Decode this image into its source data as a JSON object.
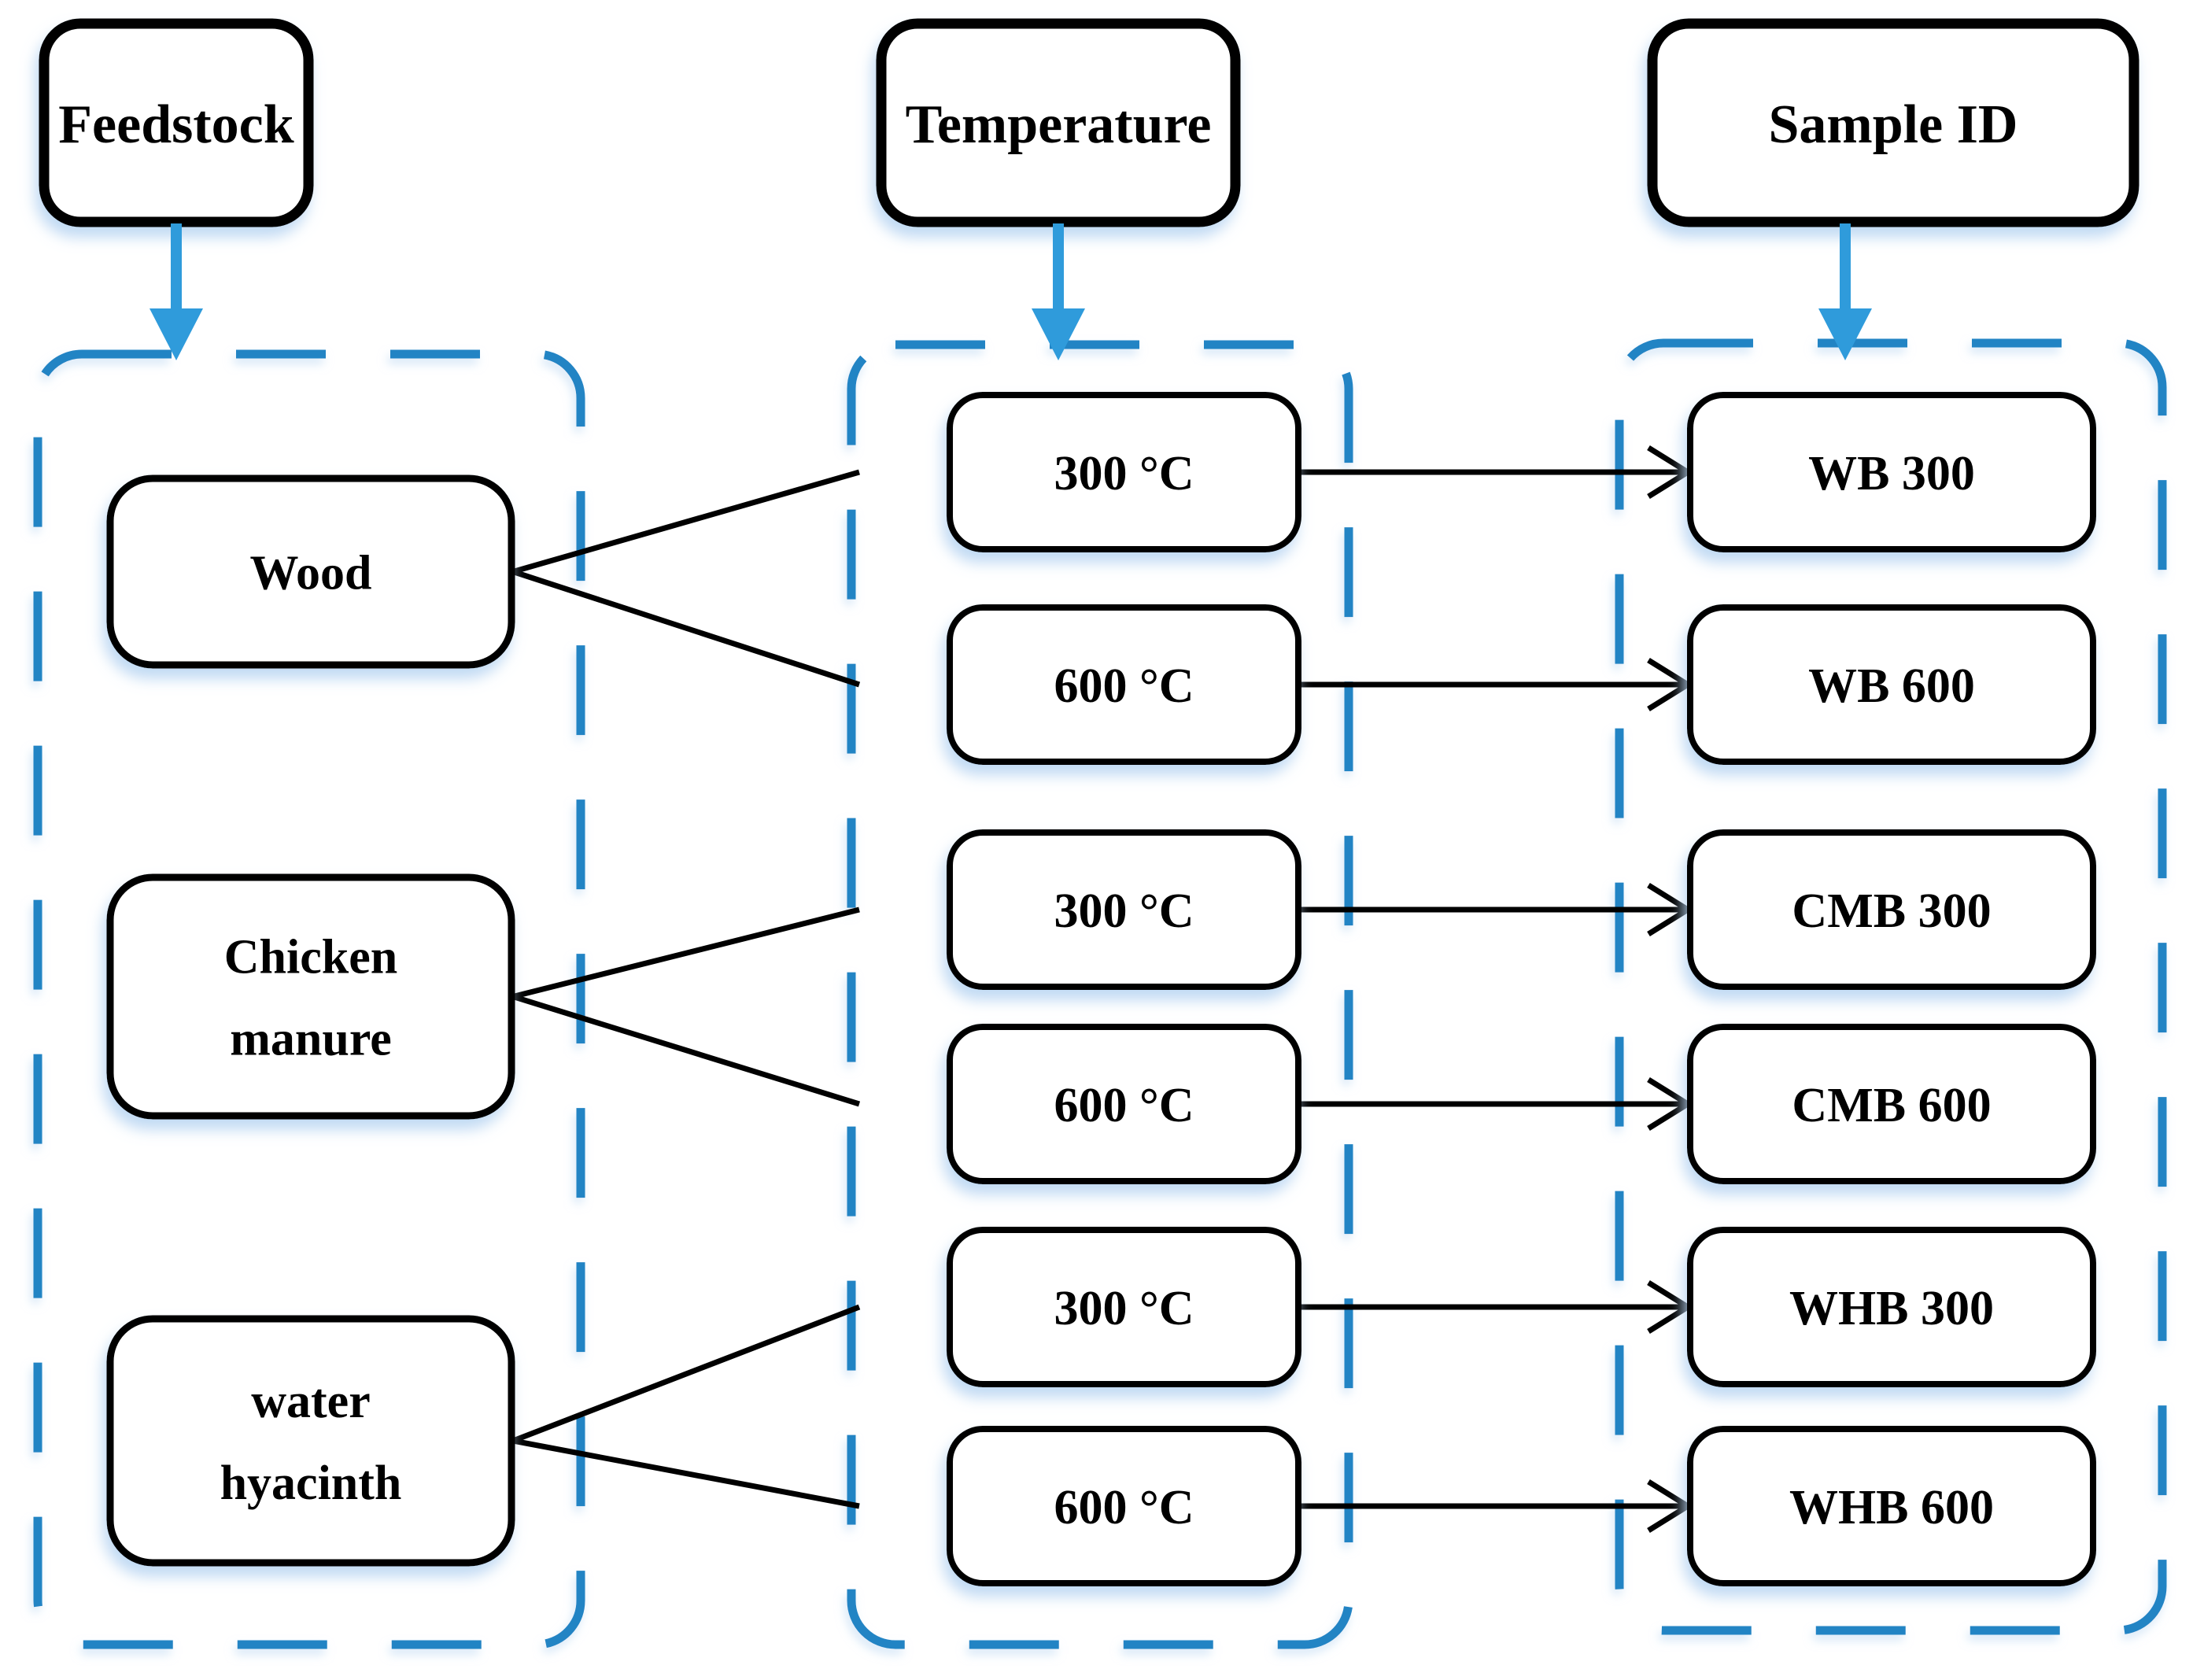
{
  "diagram": {
    "headers": [
      {
        "id": "feedstock",
        "label": "Feedstock"
      },
      {
        "id": "temperature",
        "label": "Temperature"
      },
      {
        "id": "sample-id",
        "label": "Sample ID"
      }
    ],
    "feedstocks": [
      {
        "id": "wood",
        "lines": [
          "Wood"
        ]
      },
      {
        "id": "chicken-manure",
        "lines": [
          "Chicken",
          "manure"
        ]
      },
      {
        "id": "water-hyacinth",
        "lines": [
          "water",
          "hyacinth"
        ]
      }
    ],
    "temperatures": [
      "300 °C",
      "600 °C",
      "300 °C",
      "600 °C",
      "300 °C",
      "600 °C"
    ],
    "samples": [
      "WB 300",
      "WB 600",
      "CMB 300",
      "CMB 600",
      "WHB 300",
      "WHB 600"
    ],
    "connections": {
      "feedstock_to_temperature": [
        [
          0,
          1
        ],
        [
          2,
          3
        ],
        [
          4,
          5
        ]
      ],
      "temperature_to_sample": [
        0,
        1,
        2,
        3,
        4,
        5
      ]
    },
    "colors": {
      "outline": "#000000",
      "box_fill": "#ffffff",
      "container_dash": "#2484c4",
      "header_arrow": "#2f9bdb",
      "shadow": "#b9d6f2",
      "text": "#000000"
    }
  }
}
